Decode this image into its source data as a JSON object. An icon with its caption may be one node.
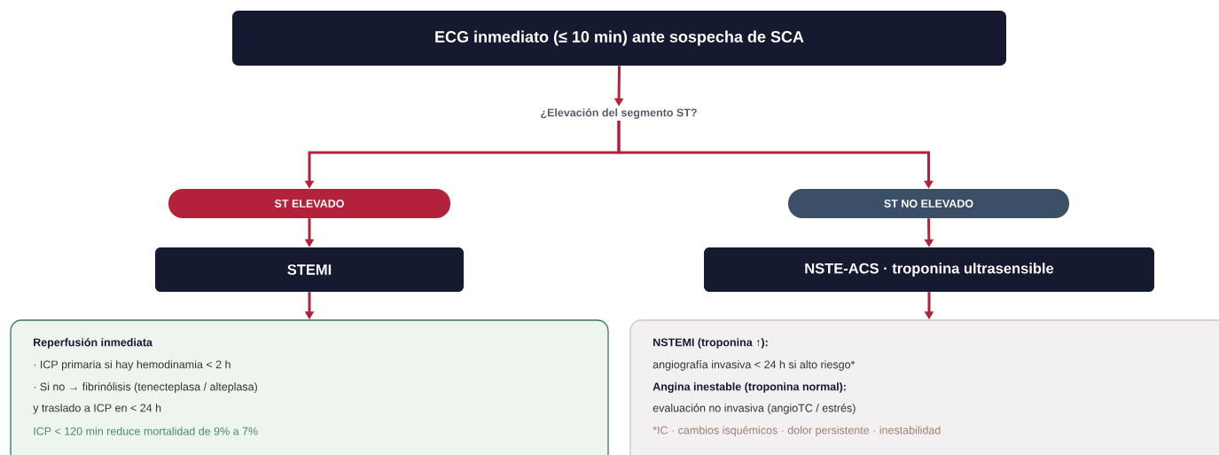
{
  "diagram": {
    "nodes": [
      {
        "text": [
          "ECG inmediato (≤ 10 min) ante sospecha de SCA"
        ]
      },
      {
        "text": [
          "¿Elevación del segmento ST?"
        ]
      },
      {
        "text": [
          "ST ELEVADO"
        ]
      },
      {
        "text": [
          "ST NO ELEVADO"
        ]
      },
      {
        "text": [
          "STEMI"
        ]
      },
      {
        "text": [
          "NSTE-ACS · troponina ultrasensible"
        ]
      },
      {
        "text": [
          "Reperfusión inmediata",
          "· ICP primaria si hay hemodinamia < 2 h",
          "· Si no → fibrinólisis (tenecteplasa / alteplasa)",
          "y traslado a ICP en < 24 h",
          "ICP < 120 min reduce mortalidad de 9% a 7%"
        ]
      },
      {
        "text": [
          "NSTEMI (troponina ↑):",
          "angiografía invasiva < 24 h si alto riesgo*",
          "Angina inestable (troponina normal):",
          "evaluación no invasiva (angioTC / estrés)",
          "*IC · cambios isquémicos · dolor persistente · inestabilidad"
        ]
      }
    ],
    "edges": [
      {
        "from": 0,
        "to": 1,
        "arrow": "to"
      },
      {
        "from": 1,
        "to": 2,
        "arrow": "to"
      },
      {
        "from": 1,
        "to": 3,
        "arrow": "to"
      },
      {
        "from": 2,
        "to": 4,
        "arrow": "to"
      },
      {
        "from": 3,
        "to": 5,
        "arrow": "to"
      },
      {
        "from": 4,
        "to": 6,
        "arrow": "to"
      },
      {
        "from": 5,
        "to": 7,
        "arrow": "to"
      }
    ]
  }
}
